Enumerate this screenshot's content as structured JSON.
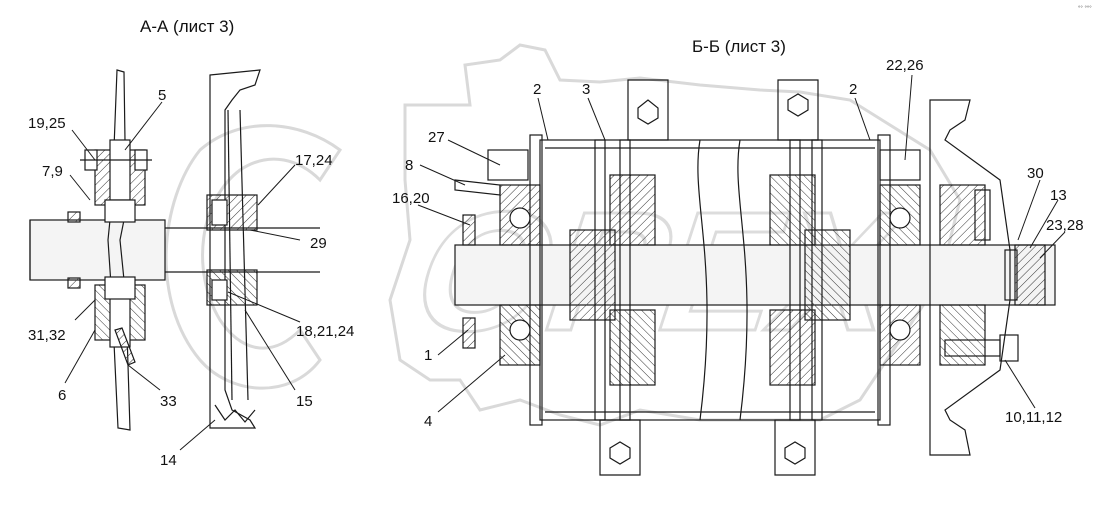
{
  "titles": {
    "section_a": "А-А (лист 3)",
    "section_b": "Б-Б (лист 3)"
  },
  "labels": {
    "l_19_25": "19,25",
    "l_5": "5",
    "l_7_9": "7,9",
    "l_31_32": "31,32",
    "l_6": "6",
    "l_33": "33",
    "l_14": "14",
    "l_15": "15",
    "l_17_24": "17,24",
    "l_29": "29",
    "l_18_21_24": "18,21,24",
    "l_27": "27",
    "l_8": "8",
    "l_16_20": "16,20",
    "l_1": "1",
    "l_4": "4",
    "l_2_left": "2",
    "l_3": "3",
    "l_2_right": "2",
    "l_22_26": "22,26",
    "l_30": "30",
    "l_13": "13",
    "l_23_28": "23,28",
    "l_10_11_12": "10,11,12"
  },
  "watermark": "OPEX",
  "corner_mark": "°° °°°",
  "colors": {
    "line": "#1a1a1a",
    "hatch": "#333333",
    "watermark": "#d9d9d9",
    "shaft": "#f4f4f4"
  }
}
